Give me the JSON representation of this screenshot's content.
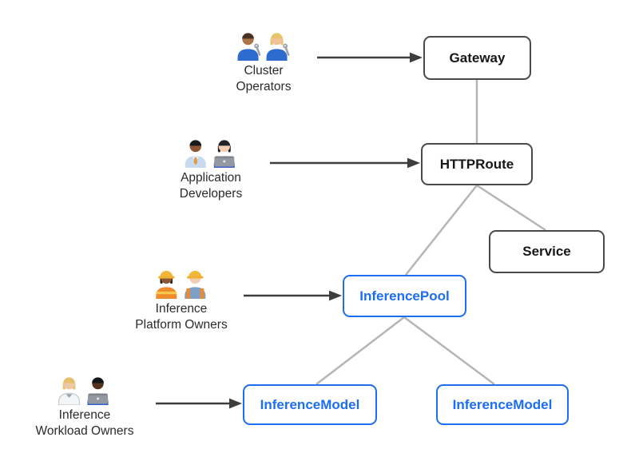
{
  "diagram": {
    "personas": [
      {
        "name": "cluster-operators",
        "emoji": "👨🏽‍🔧👩🏼‍🔧",
        "label_line1": "Cluster",
        "label_line2": "Operators"
      },
      {
        "name": "application-developers",
        "emoji": "👨🏿‍💼👩🏻‍💻",
        "label_line1": "Application",
        "label_line2": "Developers"
      },
      {
        "name": "inference-platform-owners",
        "emoji": "👷🏾‍♀️👷🏻",
        "label_line1": "Inference",
        "label_line2": "Platform Owners"
      },
      {
        "name": "inference-workload-owners",
        "emoji": "🧑🏼‍⚕️👨🏿‍💻",
        "label_line1": "Inference",
        "label_line2": "Workload Owners"
      }
    ],
    "nodes": [
      {
        "id": "gateway",
        "label": "Gateway",
        "variant": "dark"
      },
      {
        "id": "httproute",
        "label": "HTTPRoute",
        "variant": "dark"
      },
      {
        "id": "service",
        "label": "Service",
        "variant": "dark"
      },
      {
        "id": "inference-pool",
        "label": "InferencePool",
        "variant": "blue"
      },
      {
        "id": "inference-model-left",
        "label": "InferenceModel",
        "variant": "blue"
      },
      {
        "id": "inference-model-right",
        "label": "InferenceModel",
        "variant": "blue"
      }
    ],
    "edges": [
      {
        "from": "gateway",
        "to": "httproute"
      },
      {
        "from": "httproute",
        "to": "inference-pool"
      },
      {
        "from": "httproute",
        "to": "service"
      },
      {
        "from": "inference-pool",
        "to": "inference-model-left"
      },
      {
        "from": "inference-pool",
        "to": "inference-model-right"
      }
    ],
    "actor_arrows": [
      {
        "from": "cluster-operators",
        "to": "gateway"
      },
      {
        "from": "application-developers",
        "to": "httproute"
      },
      {
        "from": "inference-platform-owners",
        "to": "inference-pool"
      },
      {
        "from": "inference-workload-owners",
        "to": "inference-model-left"
      }
    ],
    "colors": {
      "node_border_dark": "#4a4a4a",
      "node_text_dark": "#171717",
      "node_accent_blue": "#1c6ef2",
      "connector_gray": "#b5b5b5",
      "arrow_dark": "#3d3d3d",
      "label_text": "#2b2b2b",
      "background": "#ffffff"
    }
  }
}
